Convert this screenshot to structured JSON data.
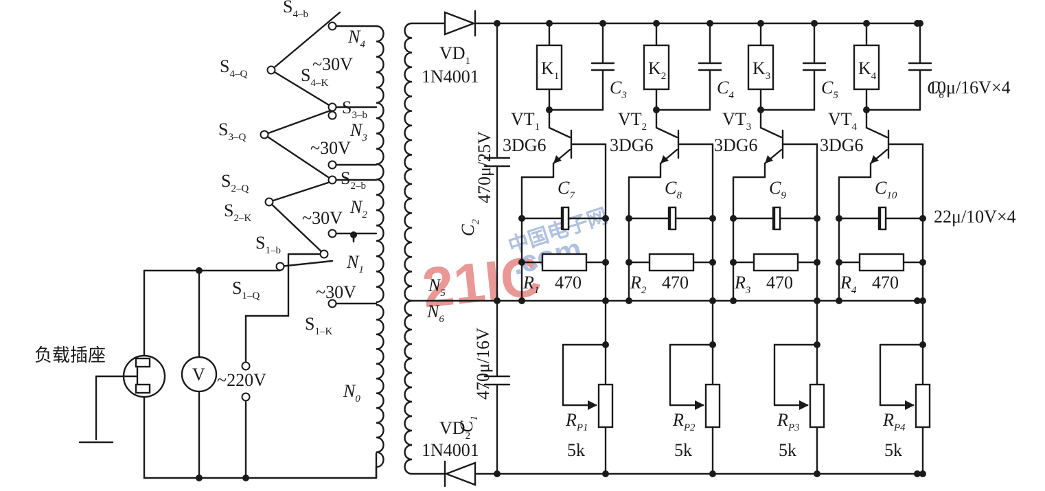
{
  "switches": [
    {
      "q": "S",
      "q_sub": "4–Q",
      "b": "S",
      "b_sub": "4–b",
      "k": "S",
      "k_sub": "4–K"
    },
    {
      "q": "S",
      "q_sub": "3–Q",
      "b": "S",
      "b_sub": "3–b"
    },
    {
      "q": "S",
      "q_sub": "2–Q",
      "b": "S",
      "b_sub": "2–b",
      "k": "S",
      "k_sub": "2–K"
    },
    {
      "q": "S",
      "q_sub": "1–Q",
      "b": "S",
      "b_sub": "1–b",
      "k": "S",
      "k_sub": "1–K"
    }
  ],
  "windings": [
    {
      "name": "N",
      "sub": "4",
      "voltage": "~30V"
    },
    {
      "name": "N",
      "sub": "3",
      "voltage": "~30V"
    },
    {
      "name": "N",
      "sub": "2",
      "voltage": "~30V"
    },
    {
      "name": "N",
      "sub": "1",
      "voltage": "~30V"
    },
    {
      "name": "N",
      "sub": "5"
    },
    {
      "name": "N",
      "sub": "6"
    },
    {
      "name": "N",
      "sub": "0"
    }
  ],
  "mains_voltage": "~220V",
  "voltmeter_label": "V",
  "load_socket_label": "负载插座",
  "diodes": [
    {
      "name": "VD",
      "sub": "1",
      "part": "1N4001"
    },
    {
      "name": "VD",
      "sub": "2",
      "part": "1N4001"
    }
  ],
  "filter_caps": [
    {
      "name": "C",
      "sub": "2",
      "value": "470μ/25V"
    },
    {
      "name": "C",
      "sub": "1",
      "value": "470μ/16V"
    }
  ],
  "stages": [
    {
      "relay": "K",
      "relay_sub": "1",
      "cap": "C",
      "cap_sub": "3",
      "transistor": "VT",
      "transistor_sub": "1",
      "transistor_part": "3DG6",
      "emit_cap": "C",
      "emit_cap_sub": "7",
      "resistor": "R",
      "resistor_sub": "1",
      "resistor_value": "470",
      "pot": "R",
      "pot_sub": "P1",
      "pot_value": "5k"
    },
    {
      "relay": "K",
      "relay_sub": "2",
      "cap": "C",
      "cap_sub": "4",
      "transistor": "VT",
      "transistor_sub": "2",
      "transistor_part": "3DG6",
      "emit_cap": "C",
      "emit_cap_sub": "8",
      "resistor": "R",
      "resistor_sub": "2",
      "resistor_value": "470",
      "pot": "R",
      "pot_sub": "P2",
      "pot_value": "5k"
    },
    {
      "relay": "K",
      "relay_sub": "3",
      "cap": "C",
      "cap_sub": "5",
      "transistor": "VT",
      "transistor_sub": "3",
      "transistor_part": "3DG6",
      "emit_cap": "C",
      "emit_cap_sub": "9",
      "resistor": "R",
      "resistor_sub": "3",
      "resistor_value": "470",
      "pot": "R",
      "pot_sub": "P3",
      "pot_value": "5k"
    },
    {
      "relay": "K",
      "relay_sub": "4",
      "cap": "C",
      "cap_sub": "6",
      "transistor": "VT",
      "transistor_sub": "4",
      "transistor_part": "3DG6",
      "emit_cap": "C",
      "emit_cap_sub": "10",
      "resistor": "R",
      "resistor_sub": "4",
      "resistor_value": "470",
      "pot": "R",
      "pot_sub": "P4",
      "pot_value": "5k"
    }
  ],
  "notes": {
    "top_caps": "10μ/16V×4",
    "emitter_caps": "22μ/10V×4"
  },
  "watermark": {
    "logo": "21IC",
    "cn": "中国电子网",
    "com": ".com"
  }
}
